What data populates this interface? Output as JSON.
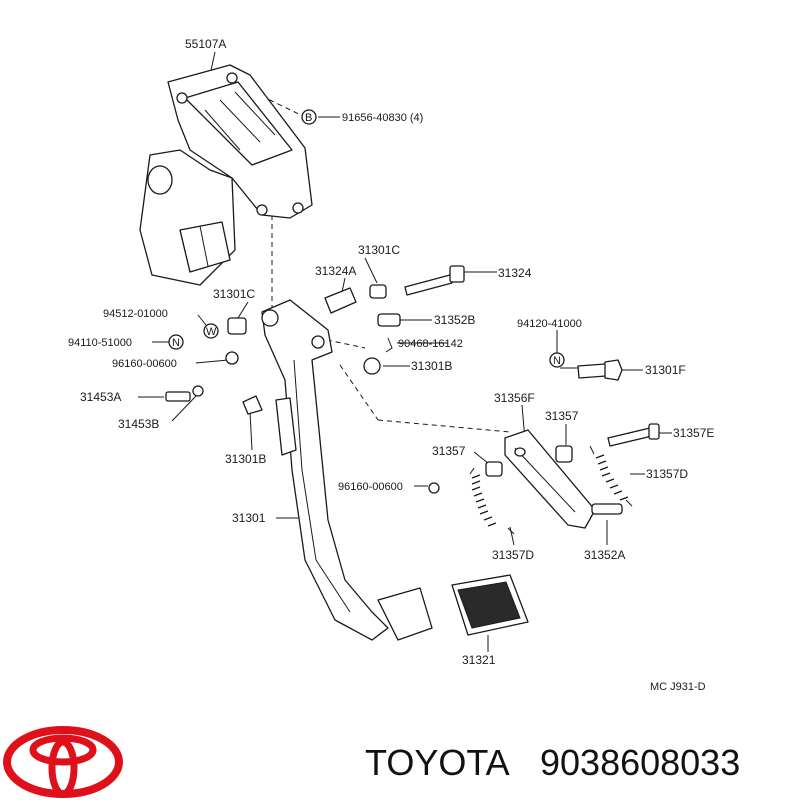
{
  "diagram": {
    "labels": {
      "p55107A": "55107A",
      "p9165640830": "91656-40830 (4)",
      "p31301C_top": "31301C",
      "p31324A": "31324A",
      "p31324": "31324",
      "p9451201000": "94512-01000",
      "p31301C_left": "31301C",
      "p9411051000": "94110-51000",
      "p9616000600_left": "96160-00600",
      "p31352B": "31352B",
      "p9046816142": "90468-16142",
      "p9412041000": "94120-41000",
      "p31301F": "31301F",
      "p31301B_mid": "31301B",
      "p31453A": "31453A",
      "p31453B": "31453B",
      "p31356F": "31356F",
      "p31357_right": "31357",
      "p31357E": "31357E",
      "p31301B_low": "31301B",
      "p31357_mid": "31357",
      "p31357D_right": "31357D",
      "p9616000600_mid": "96160-00600",
      "p31301": "31301",
      "p31357D_low": "31357D",
      "p31352A": "31352A",
      "p31321": "31321",
      "code": "MC J931-D"
    },
    "markers": {
      "bolt": "B",
      "nut": "N",
      "washer": "W"
    }
  },
  "brand": {
    "name": "TOYOTA",
    "part_number": "9038608033",
    "logo_color": "#e0101a"
  }
}
